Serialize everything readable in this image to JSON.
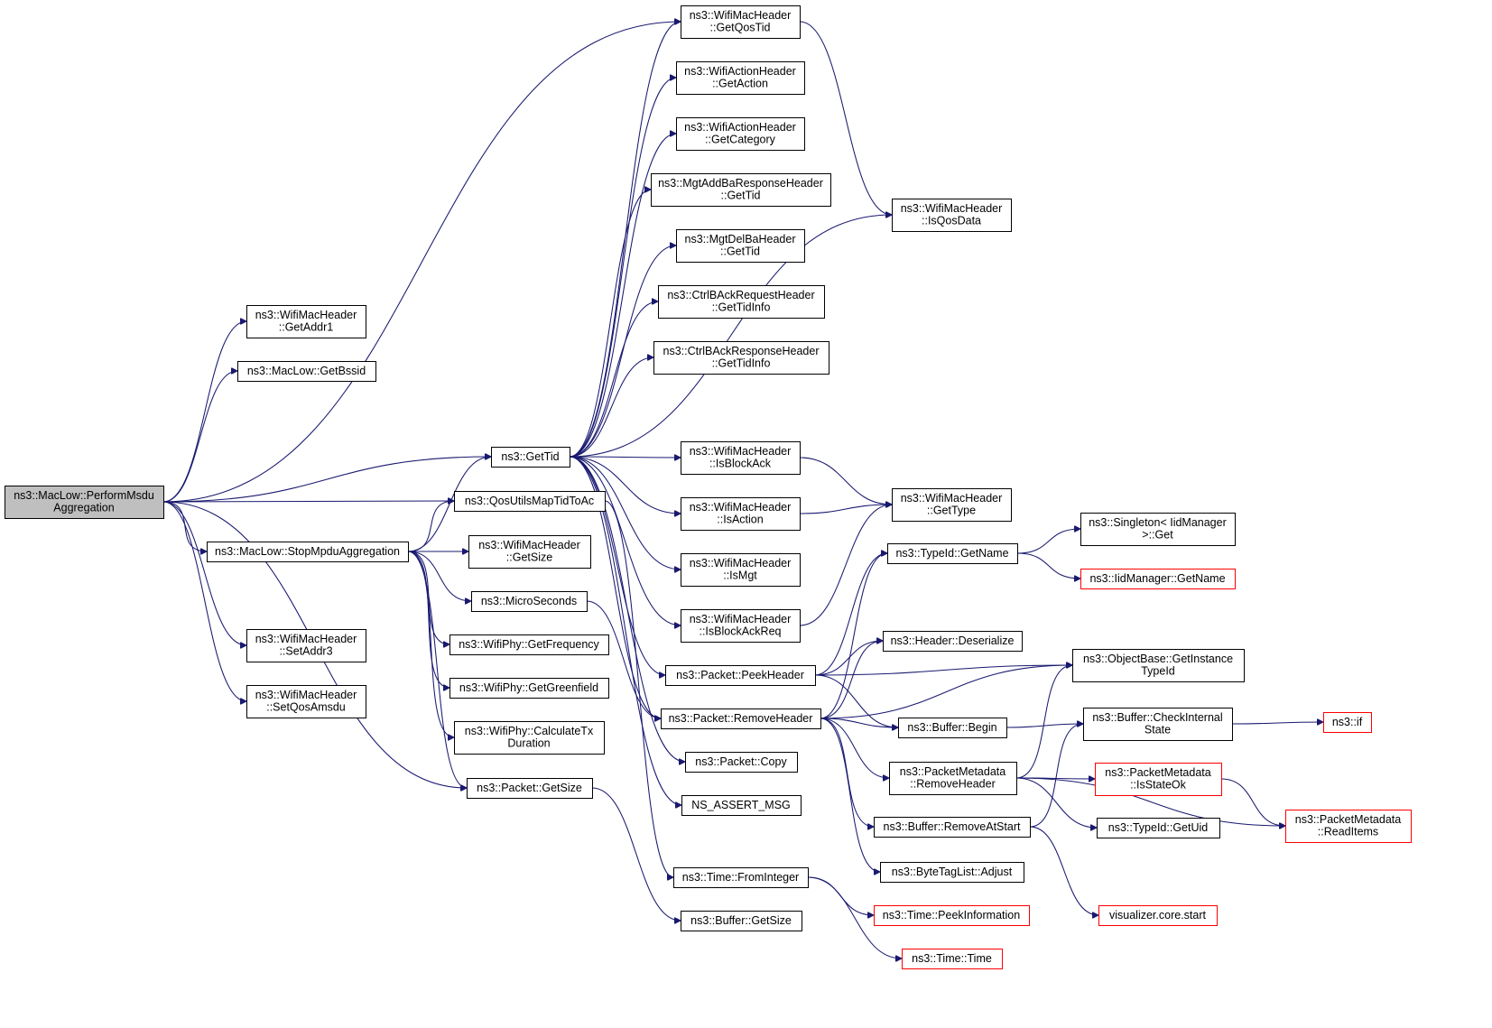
{
  "colors": {
    "edge": "#191970",
    "root_fill": "#bfbfbf",
    "truncated_border": "#ff0000"
  },
  "nodes": [
    {
      "id": "n0",
      "lines": [
        "ns3::MacLow::PerformMsdu",
        "Aggregation"
      ],
      "kind": "root"
    },
    {
      "id": "n1",
      "lines": [
        "ns3::WifiMacHeader",
        "::GetAddr1"
      ]
    },
    {
      "id": "n2",
      "lines": [
        "ns3::MacLow::GetBssid"
      ]
    },
    {
      "id": "n3",
      "lines": [
        "ns3::GetTid"
      ]
    },
    {
      "id": "n4",
      "lines": [
        "ns3::QosUtilsMapTidToAc"
      ]
    },
    {
      "id": "n5",
      "lines": [
        "ns3::MacLow::StopMpduAggregation"
      ]
    },
    {
      "id": "n6",
      "lines": [
        "ns3::WifiMacHeader",
        "::SetAddr3"
      ]
    },
    {
      "id": "n7",
      "lines": [
        "ns3::WifiMacHeader",
        "::SetQosAmsdu"
      ]
    },
    {
      "id": "n8",
      "lines": [
        "ns3::Packet::GetSize"
      ]
    },
    {
      "id": "n9",
      "lines": [
        "ns3::WifiMacHeader",
        "::GetQosTid"
      ]
    },
    {
      "id": "n10",
      "lines": [
        "ns3::WifiActionHeader",
        "::GetAction"
      ]
    },
    {
      "id": "n11",
      "lines": [
        "ns3::WifiActionHeader",
        "::GetCategory"
      ]
    },
    {
      "id": "n12",
      "lines": [
        "ns3::MgtAddBaResponseHeader",
        "::GetTid"
      ]
    },
    {
      "id": "n13",
      "lines": [
        "ns3::MgtDelBaHeader",
        "::GetTid"
      ]
    },
    {
      "id": "n14",
      "lines": [
        "ns3::CtrlBAckRequestHeader",
        "::GetTidInfo"
      ]
    },
    {
      "id": "n15",
      "lines": [
        "ns3::CtrlBAckResponseHeader",
        "::GetTidInfo"
      ]
    },
    {
      "id": "n16",
      "lines": [
        "ns3::WifiMacHeader",
        "::IsBlockAck"
      ]
    },
    {
      "id": "n17",
      "lines": [
        "ns3::WifiMacHeader",
        "::IsAction"
      ]
    },
    {
      "id": "n18",
      "lines": [
        "ns3::WifiMacHeader",
        "::IsMgt"
      ]
    },
    {
      "id": "n19",
      "lines": [
        "ns3::WifiMacHeader",
        "::IsBlockAckReq"
      ]
    },
    {
      "id": "n20",
      "lines": [
        "ns3::Packet::PeekHeader"
      ]
    },
    {
      "id": "n21",
      "lines": [
        "ns3::Packet::RemoveHeader"
      ]
    },
    {
      "id": "n22",
      "lines": [
        "ns3::Packet::Copy"
      ]
    },
    {
      "id": "n23",
      "lines": [
        "NS_ASSERT_MSG"
      ]
    },
    {
      "id": "n24",
      "lines": [
        "ns3::Time::FromInteger"
      ]
    },
    {
      "id": "n25",
      "lines": [
        "ns3::Buffer::GetSize"
      ]
    },
    {
      "id": "n26",
      "lines": [
        "ns3::WifiMacHeader",
        "::GetSize"
      ]
    },
    {
      "id": "n27",
      "lines": [
        "ns3::MicroSeconds"
      ]
    },
    {
      "id": "n28",
      "lines": [
        "ns3::WifiPhy::GetFrequency"
      ]
    },
    {
      "id": "n29",
      "lines": [
        "ns3::WifiPhy::GetGreenfield"
      ]
    },
    {
      "id": "n30",
      "lines": [
        "ns3::WifiPhy::CalculateTx",
        "Duration"
      ]
    },
    {
      "id": "n31",
      "lines": [
        "ns3::WifiMacHeader",
        "::IsQosData"
      ]
    },
    {
      "id": "n32",
      "lines": [
        "ns3::WifiMacHeader",
        "::GetType"
      ]
    },
    {
      "id": "n33",
      "lines": [
        "ns3::TypeId::GetName"
      ]
    },
    {
      "id": "n34",
      "lines": [
        "ns3::Header::Deserialize"
      ]
    },
    {
      "id": "n35",
      "lines": [
        "ns3::Buffer::Begin"
      ]
    },
    {
      "id": "n36",
      "lines": [
        "ns3::PacketMetadata",
        "::RemoveHeader"
      ]
    },
    {
      "id": "n37",
      "lines": [
        "ns3::Buffer::RemoveAtStart"
      ]
    },
    {
      "id": "n38",
      "lines": [
        "ns3::ByteTagList::Adjust"
      ]
    },
    {
      "id": "n39",
      "lines": [
        "ns3::Time::PeekInformation"
      ],
      "kind": "truncated"
    },
    {
      "id": "n40",
      "lines": [
        "ns3::Time::Time"
      ],
      "kind": "truncated"
    },
    {
      "id": "n41",
      "lines": [
        "ns3::Singleton< IidManager",
        " >::Get"
      ]
    },
    {
      "id": "n42",
      "lines": [
        "ns3::IidManager::GetName"
      ],
      "kind": "truncated"
    },
    {
      "id": "n43",
      "lines": [
        "ns3::ObjectBase::GetInstance",
        "TypeId"
      ]
    },
    {
      "id": "n44",
      "lines": [
        "ns3::Buffer::CheckInternal",
        "State"
      ]
    },
    {
      "id": "n45",
      "lines": [
        "ns3::if"
      ],
      "kind": "truncated"
    },
    {
      "id": "n46",
      "lines": [
        "ns3::PacketMetadata",
        "::IsStateOk"
      ],
      "kind": "truncated"
    },
    {
      "id": "n47",
      "lines": [
        "ns3::TypeId::GetUid"
      ]
    },
    {
      "id": "n48",
      "lines": [
        "ns3::PacketMetadata",
        "::ReadItems"
      ],
      "kind": "truncated"
    },
    {
      "id": "n49",
      "lines": [
        "visualizer.core.start"
      ],
      "kind": "truncated"
    }
  ],
  "edges": [
    [
      "n0",
      "n1"
    ],
    [
      "n0",
      "n2"
    ],
    [
      "n0",
      "n9"
    ],
    [
      "n0",
      "n3"
    ],
    [
      "n0",
      "n4"
    ],
    [
      "n0",
      "n5"
    ],
    [
      "n0",
      "n6"
    ],
    [
      "n0",
      "n7"
    ],
    [
      "n0",
      "n8"
    ],
    [
      "n3",
      "n9"
    ],
    [
      "n3",
      "n10"
    ],
    [
      "n3",
      "n11"
    ],
    [
      "n3",
      "n12"
    ],
    [
      "n3",
      "n13"
    ],
    [
      "n3",
      "n14"
    ],
    [
      "n3",
      "n15"
    ],
    [
      "n3",
      "n31"
    ],
    [
      "n3",
      "n16"
    ],
    [
      "n3",
      "n17"
    ],
    [
      "n3",
      "n18"
    ],
    [
      "n3",
      "n19"
    ],
    [
      "n3",
      "n20"
    ],
    [
      "n3",
      "n21"
    ],
    [
      "n3",
      "n22"
    ],
    [
      "n3",
      "n23"
    ],
    [
      "n4",
      "n24"
    ],
    [
      "n5",
      "n3"
    ],
    [
      "n5",
      "n4"
    ],
    [
      "n5",
      "n26"
    ],
    [
      "n5",
      "n27"
    ],
    [
      "n5",
      "n28"
    ],
    [
      "n5",
      "n29"
    ],
    [
      "n5",
      "n30"
    ],
    [
      "n5",
      "n8"
    ],
    [
      "n8",
      "n25"
    ],
    [
      "n27",
      "n21"
    ],
    [
      "n9",
      "n31"
    ],
    [
      "n16",
      "n32"
    ],
    [
      "n17",
      "n32"
    ],
    [
      "n19",
      "n32"
    ],
    [
      "n20",
      "n33"
    ],
    [
      "n20",
      "n34"
    ],
    [
      "n20",
      "n43"
    ],
    [
      "n20",
      "n35"
    ],
    [
      "n21",
      "n33"
    ],
    [
      "n21",
      "n34"
    ],
    [
      "n21",
      "n43"
    ],
    [
      "n21",
      "n35"
    ],
    [
      "n21",
      "n36"
    ],
    [
      "n21",
      "n37"
    ],
    [
      "n21",
      "n38"
    ],
    [
      "n24",
      "n39"
    ],
    [
      "n24",
      "n40"
    ],
    [
      "n33",
      "n41"
    ],
    [
      "n33",
      "n42"
    ],
    [
      "n35",
      "n44"
    ],
    [
      "n36",
      "n43"
    ],
    [
      "n36",
      "n46"
    ],
    [
      "n36",
      "n47"
    ],
    [
      "n36",
      "n48"
    ],
    [
      "n37",
      "n44"
    ],
    [
      "n37",
      "n49"
    ],
    [
      "n44",
      "n45"
    ],
    [
      "n46",
      "n48"
    ]
  ]
}
